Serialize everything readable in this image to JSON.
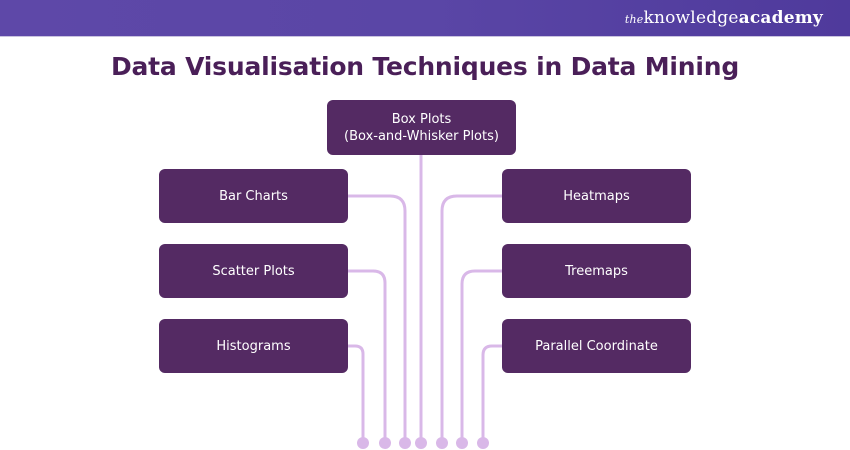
{
  "header": {
    "brand_prefix": "the",
    "brand_main": "knowledge",
    "brand_suffix": "academy",
    "bar_color": "#5a46a6"
  },
  "title": "Data Visualisation Techniques in Data Mining",
  "colors": {
    "box": "#542a63",
    "connector": "#d9b8e8",
    "title": "#4a1f58"
  },
  "top_node": {
    "line1": "Box Plots",
    "line2": "(Box-and-Whisker Plots)"
  },
  "left_nodes": [
    {
      "label": "Bar Charts"
    },
    {
      "label": "Scatter Plots"
    },
    {
      "label": "Histograms"
    }
  ],
  "right_nodes": [
    {
      "label": "Heatmaps"
    },
    {
      "label": "Treemaps"
    },
    {
      "label": "Parallel Coordinate"
    }
  ]
}
